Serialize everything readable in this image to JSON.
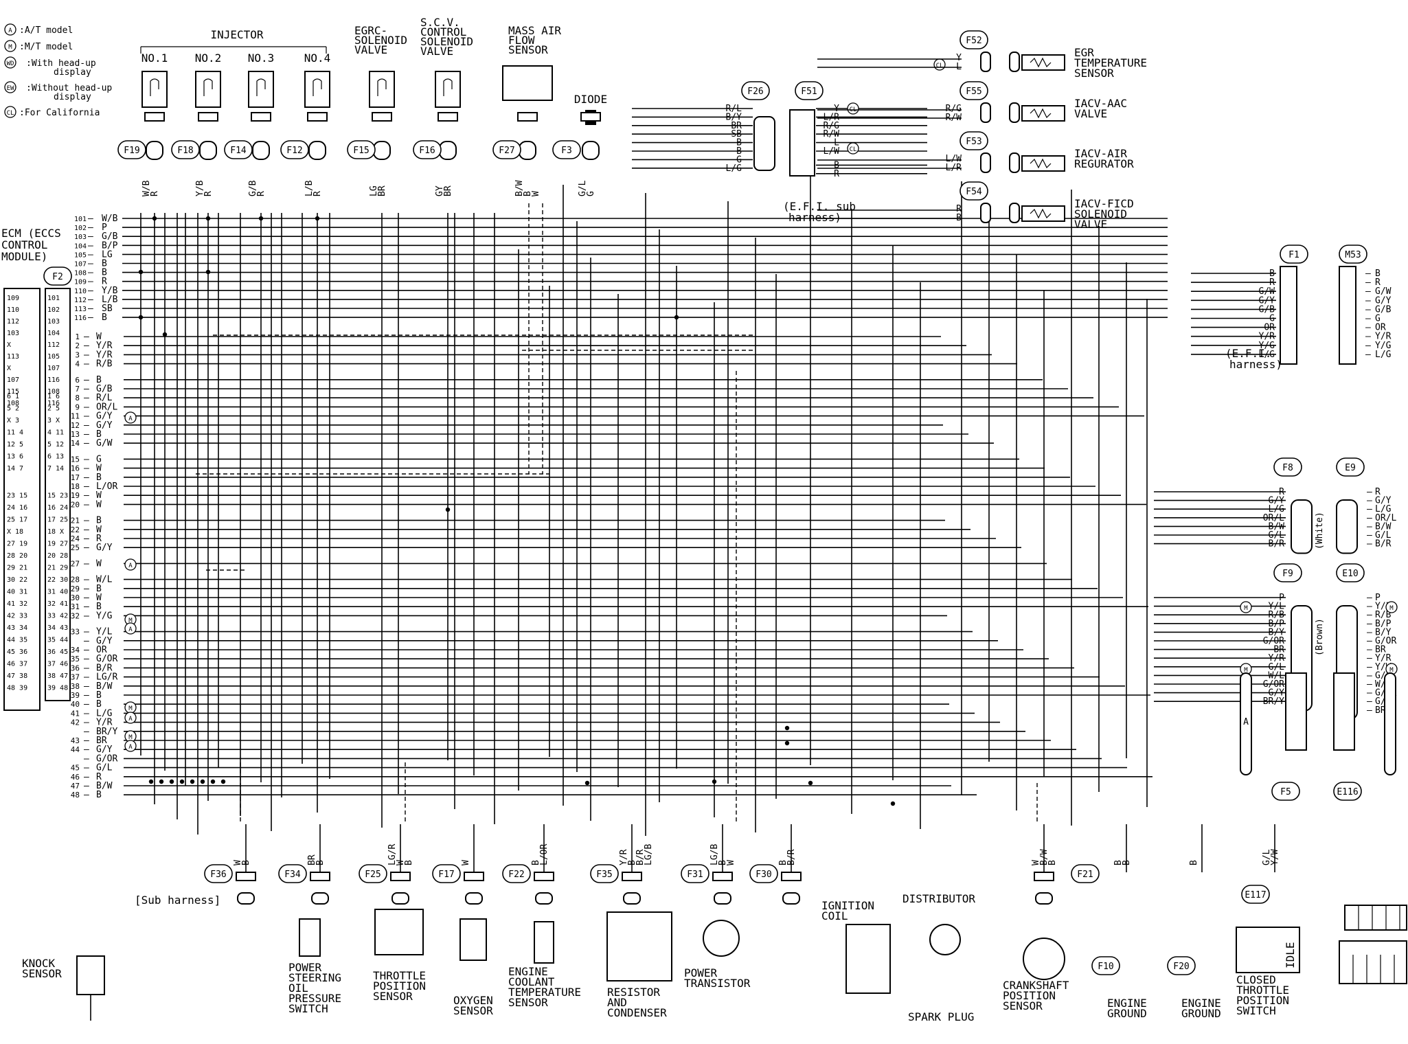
{
  "legend": [
    {
      "sym": "A",
      "text": "A/T model"
    },
    {
      "sym": "M",
      "text": "M/T model"
    },
    {
      "sym": "WD",
      "text": "With head-up display"
    },
    {
      "sym": "EW",
      "text": "Without head-up display"
    },
    {
      "sym": "CL",
      "text": "For California"
    }
  ],
  "injector_header": "INJECTOR",
  "top_components": [
    {
      "id": "inj1",
      "title": "NO.1",
      "conn": "F19",
      "wires": "W/B R"
    },
    {
      "id": "inj2",
      "title": "NO.2",
      "conn": "F18",
      "wires": "Y/B R"
    },
    {
      "id": "inj3",
      "title": "NO.3",
      "conn": "F14",
      "wires": "G/B R"
    },
    {
      "id": "inj4",
      "title": "NO.4",
      "conn": "F12",
      "wires": "L/B R"
    },
    {
      "id": "egrc",
      "title": "EGRC- SOLENOID VALVE",
      "conn": "F15",
      "wires": "LG BR"
    },
    {
      "id": "scv",
      "title": "S.C.V. CONTROL SOLENOID VALVE",
      "conn": "F16",
      "wires": "GY BR"
    },
    {
      "id": "maf",
      "title": "MASS AIR FLOW SENSOR",
      "conn": "F27",
      "wires": "B/W B W"
    },
    {
      "id": "diode",
      "title": "DIODE",
      "conn": "F3",
      "wires": "G/L G"
    }
  ],
  "ecm": {
    "title": "ECM (ECCS CONTROL MODULE)",
    "conn": "F2",
    "pins_upper": [
      {
        "n": "101",
        "w": "W/B"
      },
      {
        "n": "102",
        "w": "P"
      },
      {
        "n": "103",
        "w": "G/B"
      },
      {
        "n": "104",
        "w": "B/P"
      },
      {
        "n": "105",
        "w": "LG"
      },
      {
        "n": "107",
        "w": "B"
      },
      {
        "n": "108",
        "w": "B"
      },
      {
        "n": "109",
        "w": "R"
      },
      {
        "n": "110",
        "w": "Y/B"
      },
      {
        "n": "112",
        "w": "L/B"
      },
      {
        "n": "113",
        "w": "SB"
      },
      {
        "n": "116",
        "w": "B"
      }
    ],
    "pins_lower": [
      {
        "n": "1",
        "w": "W"
      },
      {
        "n": "2",
        "w": "Y/R"
      },
      {
        "n": "3",
        "w": "Y/R"
      },
      {
        "n": "4",
        "w": "R/B"
      },
      {
        "n": "6",
        "w": "B"
      },
      {
        "n": "7",
        "w": "G/B"
      },
      {
        "n": "8",
        "w": "R/L"
      },
      {
        "n": "9",
        "w": "OR/L"
      },
      {
        "n": "11",
        "w": "G/Y"
      },
      {
        "n": "12",
        "w": "G/Y"
      },
      {
        "n": "13",
        "w": "B"
      },
      {
        "n": "14",
        "w": "G/W"
      },
      {
        "n": "15",
        "w": "G"
      },
      {
        "n": "16",
        "w": "W"
      },
      {
        "n": "17",
        "w": "B"
      },
      {
        "n": "18",
        "w": "L/OR"
      },
      {
        "n": "19",
        "w": "W"
      },
      {
        "n": "20",
        "w": "W"
      },
      {
        "n": "21",
        "w": "B"
      },
      {
        "n": "22",
        "w": "W"
      },
      {
        "n": "24",
        "w": "R"
      },
      {
        "n": "25",
        "w": "G/Y"
      },
      {
        "n": "27",
        "w": "W"
      },
      {
        "n": "28",
        "w": "W/L"
      },
      {
        "n": "29",
        "w": "B"
      },
      {
        "n": "30",
        "w": "W"
      },
      {
        "n": "31",
        "w": "B"
      },
      {
        "n": "32",
        "w": "Y/G"
      },
      {
        "n": "33",
        "w": "Y/L"
      },
      {
        "n": "",
        "w": "G/Y"
      },
      {
        "n": "34",
        "w": "OR"
      },
      {
        "n": "35",
        "w": "G/OR"
      },
      {
        "n": "36",
        "w": "B/R"
      },
      {
        "n": "37",
        "w": "LG/R"
      },
      {
        "n": "38",
        "w": "B/W"
      },
      {
        "n": "39",
        "w": "B"
      },
      {
        "n": "40",
        "w": "B"
      },
      {
        "n": "41",
        "w": "L/G"
      },
      {
        "n": "42",
        "w": "Y/R"
      },
      {
        "n": "",
        "w": "BR/Y"
      },
      {
        "n": "43",
        "w": "BR"
      },
      {
        "n": "44",
        "w": "G/Y"
      },
      {
        "n": "",
        "w": "G/OR"
      },
      {
        "n": "45",
        "w": "G/L"
      },
      {
        "n": "46",
        "w": "R"
      },
      {
        "n": "47",
        "w": "B/W"
      },
      {
        "n": "48",
        "w": "B"
      }
    ],
    "face_left": [
      "109",
      "110",
      "112",
      "103",
      "X",
      "113",
      "X",
      "107",
      "115",
      "108"
    ],
    "face_right": [
      "101",
      "102",
      "103",
      "104",
      "112",
      "105",
      "107",
      "116",
      "108",
      "116"
    ],
    "face_lower": [
      [
        "6",
        "1"
      ],
      [
        "5",
        "2"
      ],
      [
        "X",
        "3"
      ],
      [
        "11",
        "4"
      ],
      [
        "12",
        "5"
      ],
      [
        "13",
        "6"
      ],
      [
        "14",
        "7"
      ],
      [
        "23",
        "15"
      ],
      [
        "24",
        "16"
      ],
      [
        "25",
        "17"
      ],
      [
        "X",
        "18"
      ],
      [
        "27",
        "19"
      ],
      [
        "28",
        "20"
      ],
      [
        "29",
        "21"
      ],
      [
        "30",
        "22"
      ],
      [
        "40",
        "31"
      ],
      [
        "41",
        "32"
      ],
      [
        "42",
        "33"
      ],
      [
        "43",
        "34"
      ],
      [
        "44",
        "35"
      ],
      [
        "45",
        "36"
      ],
      [
        "46",
        "37"
      ],
      [
        "47",
        "38"
      ],
      [
        "48",
        "39"
      ]
    ]
  },
  "f26": {
    "conn": "F26",
    "wires": [
      "R/L",
      "B/Y",
      "BR",
      "SB",
      "B",
      "B",
      "G",
      "L/G"
    ]
  },
  "f51": {
    "conn": "F51",
    "wires": [
      "Y",
      "L/R",
      "R/G",
      "R/W",
      "L",
      "L/W",
      "B",
      "R"
    ]
  },
  "efi_sub": "(E.F.I. sub harness)",
  "right_components": [
    {
      "conn": "F52",
      "wires": [
        "Y",
        "L"
      ],
      "title": "EGR TEMPERATURE SENSOR",
      "cl": true
    },
    {
      "conn": "F55",
      "wires": [
        "R/G",
        "R/W"
      ],
      "title": "IACV-AAC VALVE"
    },
    {
      "conn": "F53",
      "wires": [
        "L/W",
        "L/R"
      ],
      "title": "IACV-AIR REGURATOR"
    },
    {
      "conn": "F54",
      "wires": [
        "R",
        "B"
      ],
      "title": "IACV-FICD SOLENOID VALVE"
    }
  ],
  "f1": {
    "conn": "F1",
    "wires": [
      "B",
      "R",
      "G/W",
      "G/Y",
      "G/B",
      "G",
      "OR",
      "Y/R",
      "Y/G",
      "L/G"
    ]
  },
  "m53": {
    "conn": "M53",
    "wires": [
      "B",
      "R",
      "G/W",
      "G/Y",
      "G/B",
      "G",
      "OR",
      "Y/R",
      "Y/G",
      "L/G"
    ]
  },
  "efi_harness": "(E.F.I. harness)",
  "f8": {
    "conn": "F8",
    "wires": [
      "R",
      "G/Y",
      "L/G",
      "OR/L",
      "B/W",
      "G/L",
      "B/R"
    ]
  },
  "e9": {
    "conn": "E9",
    "wires": [
      "R",
      "G/Y",
      "L/G",
      "OR/L",
      "B/W",
      "G/L",
      "B/R"
    ]
  },
  "white": "(White)",
  "f9": {
    "conn": "F9",
    "wires": [
      "P",
      "Y/L",
      "R/B",
      "B/P",
      "B/Y",
      "G/OR",
      "BR",
      "Y/R",
      "G/L",
      "W/L",
      "G/OR",
      "G/Y",
      "BR/Y"
    ]
  },
  "e10": {
    "conn": "E10",
    "wires": [
      "P",
      "Y/L",
      "R/B",
      "B/P",
      "B/Y",
      "G/OR",
      "BR",
      "Y/R",
      "Y/W",
      "G/L",
      "W/L",
      "G/OR",
      "G/Y",
      "BR/Y"
    ]
  },
  "brown": "(Brown)",
  "f5": "F5",
  "e116": "E116",
  "e117": "E117",
  "bottom_components": [
    {
      "conn": "F36",
      "wires": "W B",
      "title": "KNOCK SENSOR",
      "extra": "[Sub harness]"
    },
    {
      "conn": "F34",
      "wires": "BR B",
      "title": "POWER STEERING OIL PRESSURE SWITCH"
    },
    {
      "conn": "F25",
      "wires": "LG/R W B",
      "title": "THROTTLE POSITION SENSOR"
    },
    {
      "conn": "F17",
      "wires": "W",
      "title": "OXYGEN SENSOR"
    },
    {
      "conn": "F22",
      "wires": "B L/OR",
      "title": "ENGINE COOLANT TEMPERATURE SENSOR"
    },
    {
      "conn": "F35",
      "wires": "Y/R B B/R LG/B",
      "title": "RESISTOR AND CONDENSER"
    },
    {
      "conn": "F31",
      "wires": "LG/B B W",
      "title": "POWER TRANSISTOR"
    },
    {
      "conn": "F30",
      "wires": "B B/R",
      "title": "IGNITION COIL"
    },
    {
      "conn": "F21",
      "wires": "W B/W B",
      "title": "CRANKSHAFT POSITION SENSOR"
    },
    {
      "conn": "F10",
      "wires": "B B",
      "title": "ENGINE GROUND"
    },
    {
      "conn": "F20",
      "wires": "B",
      "title": "ENGINE GROUND"
    },
    {
      "conn": "",
      "wires": "G/L Y/W",
      "title": "CLOSED THROTTLE POSITION SWITCH"
    }
  ],
  "distributor": "DISTRIBUTOR",
  "spark_plug": "SPARK PLUG",
  "idle": "IDLE"
}
